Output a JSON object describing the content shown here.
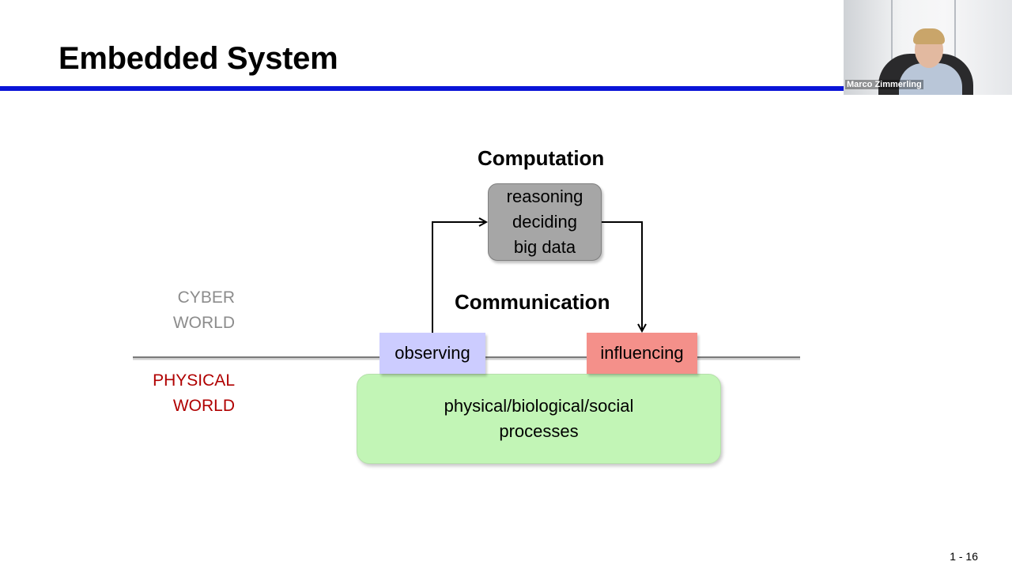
{
  "slide": {
    "title": "Embedded System",
    "page_number": "1 - 16"
  },
  "webcam": {
    "participant_name": "Marco Zimmerling"
  },
  "diagram": {
    "computation_heading": "Computation",
    "communication_heading": "Communication",
    "computation_box": {
      "line1": "reasoning",
      "line2": "deciding",
      "line3": "big data"
    },
    "cyber_world": {
      "line1": "CYBER",
      "line2": "WORLD",
      "color": "#8c8c8c"
    },
    "physical_world": {
      "line1": "PHYSICAL",
      "line2": "WORLD",
      "color": "#b00000"
    },
    "observing_label": "observing",
    "influencing_label": "influencing",
    "processes": {
      "line1": "physical/biological/social",
      "line2": "processes"
    }
  },
  "colors": {
    "title_rule": "#0a14d8",
    "computation_fill": "#a6a6a6",
    "observing_fill": "#ccccff",
    "influencing_fill": "#f4908a",
    "processes_fill": "#c2f5b6"
  }
}
